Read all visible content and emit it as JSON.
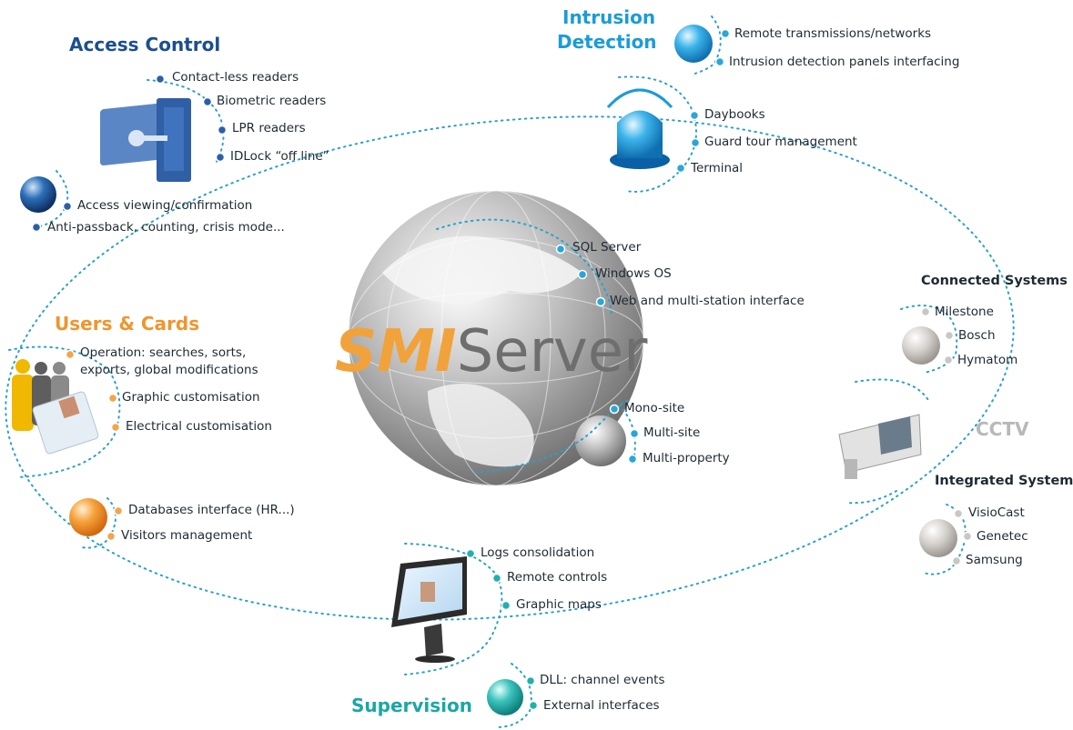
{
  "colors": {
    "access": "#1b4f8e",
    "intrusion": "#1b9bd8",
    "users": "#f0952c",
    "supervision": "#1ba7a4",
    "cctv": "#b8b8b8",
    "dot_line": "#2aa1c8",
    "text": "#1e2a33"
  },
  "logo": {
    "smi": "SMI",
    "server": "Server"
  },
  "headings": {
    "access_control": "Access Control",
    "intrusion_detection_1": "Intrusion",
    "intrusion_detection_2": "Detection",
    "users_cards": "Users & Cards",
    "supervision": "Supervision",
    "cctv": "CCTV",
    "connected_systems": "Connected Systems",
    "integrated_systems": "Integrated Systems"
  },
  "access_items": [
    "Contact-less readers",
    "Biometric readers",
    "LPR readers",
    "IDLock “off line”"
  ],
  "access_viewing": [
    "Access viewing/confirmation",
    "Anti-passback, counting, crisis mode..."
  ],
  "intrusion_remote": [
    "Remote transmissions/networks",
    "Intrusion detection panels interfacing"
  ],
  "intrusion_items": [
    "Daybooks",
    "Guard tour management",
    "Terminal"
  ],
  "server_items": [
    "SQL Server",
    "Windows OS",
    "Web and multi-station interface"
  ],
  "site_items": [
    "Mono-site",
    "Multi-site",
    "Multi-property"
  ],
  "users_items": [
    "Operation: searches, sorts,",
    "exports, global modifications",
    "Graphic customisation",
    "Electrical customisation"
  ],
  "db_items": [
    "Databases interface (HR...)",
    "Visitors management"
  ],
  "supervision_items": [
    "Logs consolidation",
    "Remote controls",
    "Graphic maps"
  ],
  "dll_items": [
    "DLL: channel events",
    "External interfaces"
  ],
  "connected_items": [
    "Milestone",
    "Bosch",
    "Hymatom"
  ],
  "integrated_items": [
    "VisioCast",
    "Genetec",
    "Samsung"
  ],
  "icons": [
    "globe-icon",
    "badge-reader-icon",
    "siren-light-icon",
    "people-card-icon",
    "monitor-icon",
    "cctv-camera-icon"
  ]
}
